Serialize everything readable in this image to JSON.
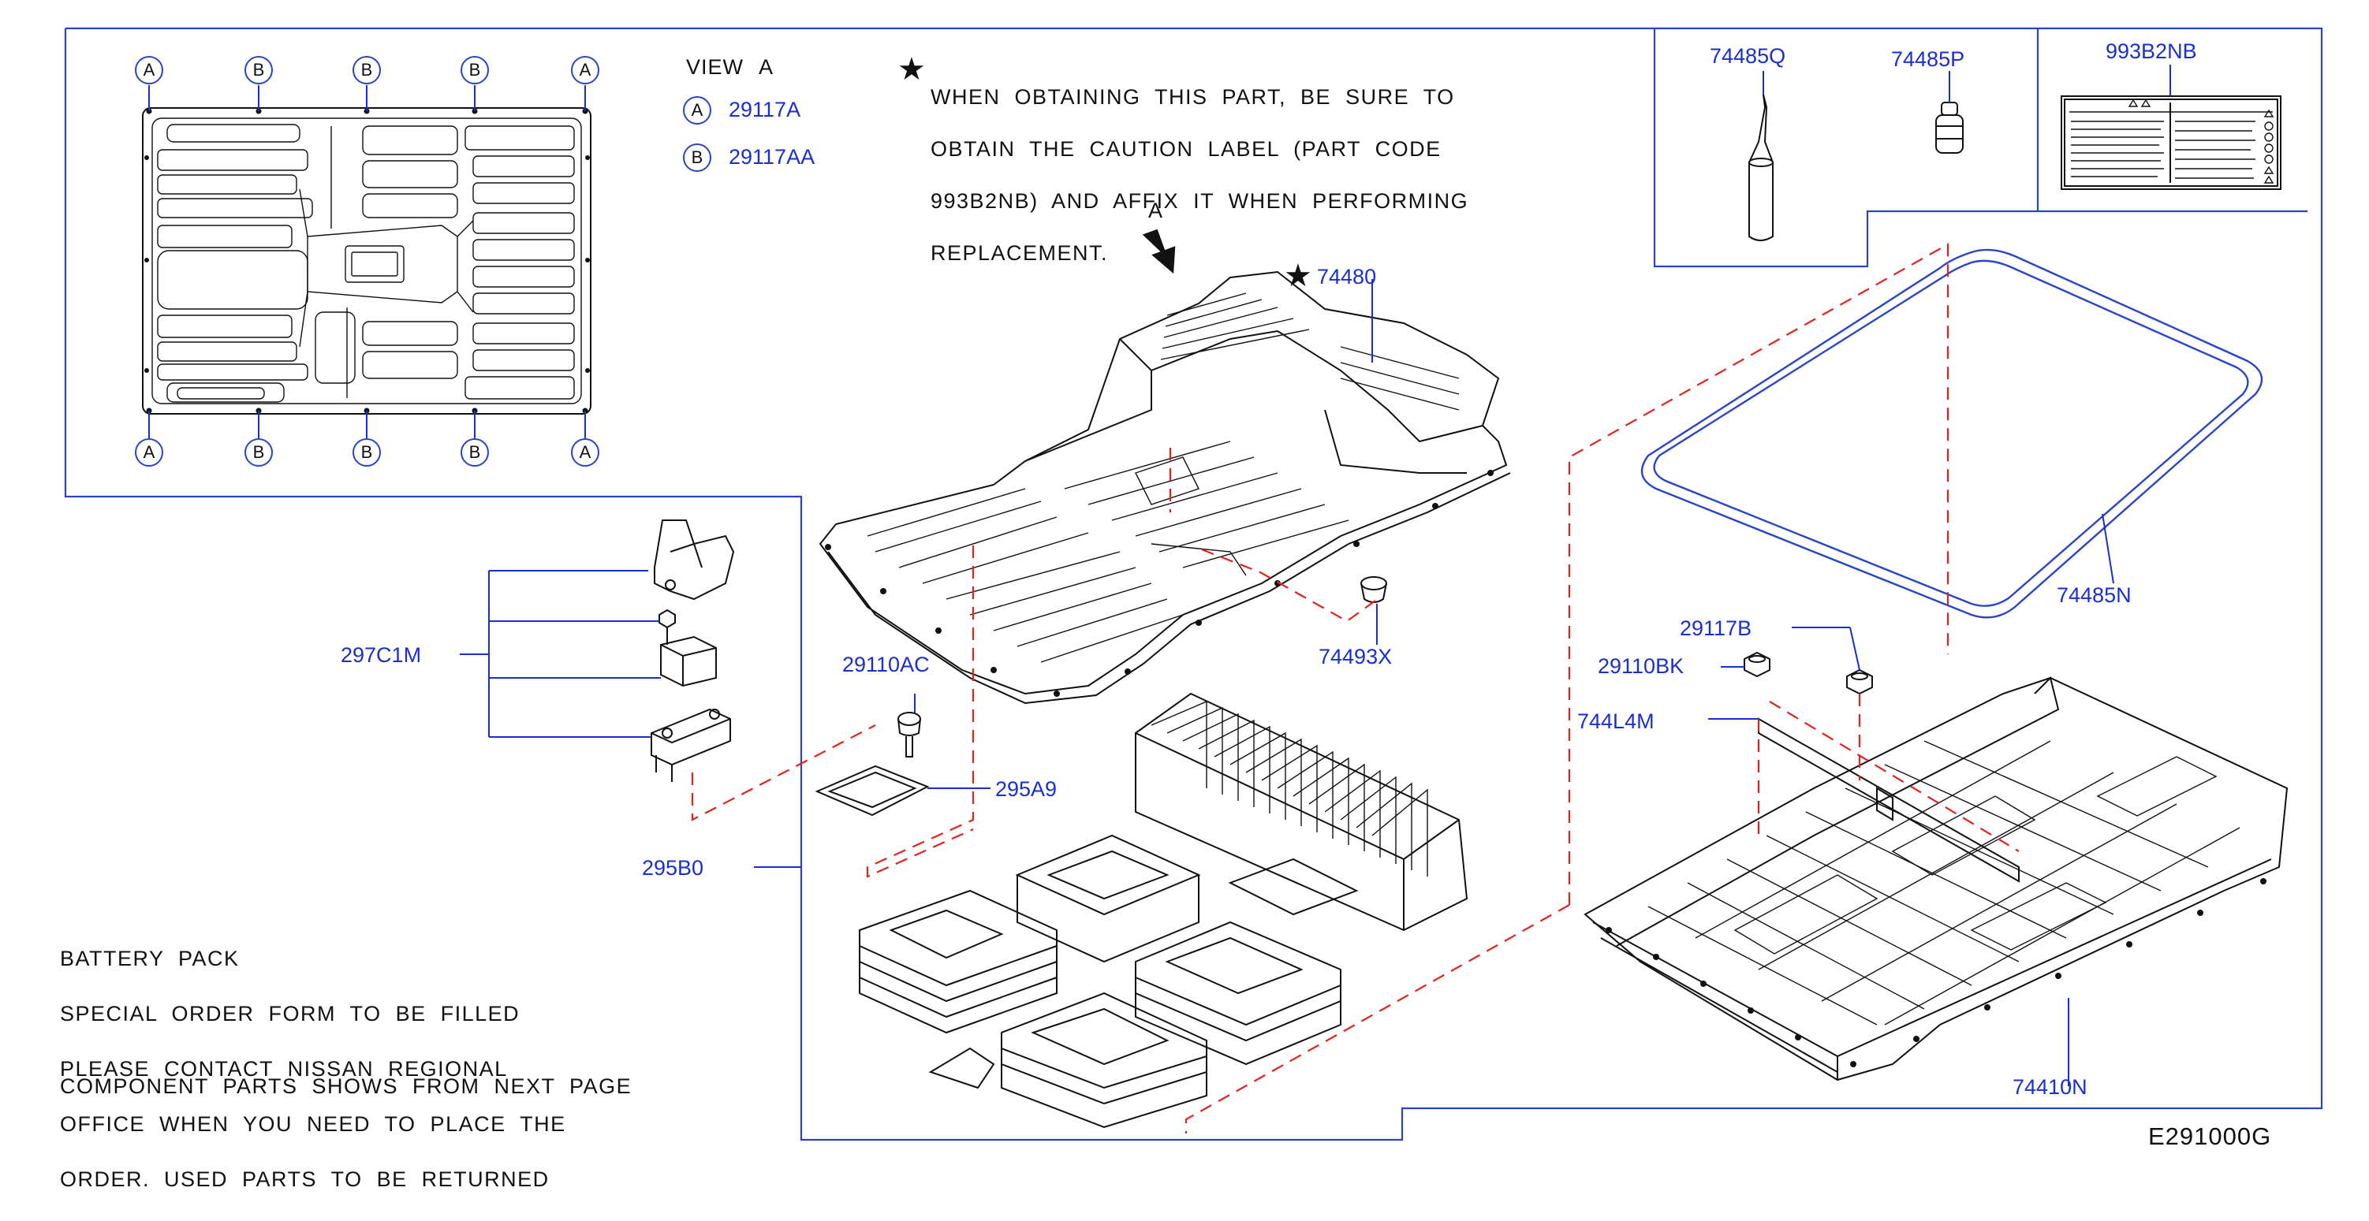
{
  "view": {
    "title": "VIEW A",
    "marker_a": "A",
    "marker_b": "B",
    "legend": [
      {
        "marker": "A",
        "part": "29117A"
      },
      {
        "marker": "B",
        "part": "29117AA"
      }
    ],
    "top_markers": [
      "A",
      "B",
      "B",
      "B",
      "A"
    ],
    "bottom_markers": [
      "A",
      "B",
      "B",
      "B",
      "A"
    ]
  },
  "caution": {
    "lines": [
      "WHEN  OBTAINING  THIS  PART,  BE  SURE  TO",
      "OBTAIN  THE  CAUTION  LABEL  (PART  CODE",
      "993B2NB)  AND  AFFIX  IT  WHEN  PERFORMING",
      "REPLACEMENT."
    ],
    "star_symbol": "★"
  },
  "arrow_label": "A",
  "parts": {
    "p74485Q": "74485Q",
    "p74485P": "74485P",
    "p993B2NB": "993B2NB",
    "p74480": "74480",
    "p74493X": "74493X",
    "p74485N": "74485N",
    "p29117B": "29117B",
    "p29110BK": "29110BK",
    "p744L4M": "744L4M",
    "p297C1M": "297C1M",
    "p29110AC": "29110AC",
    "p295A9": "295A9",
    "p295B0": "295B0",
    "p74410N": "74410N"
  },
  "notes": {
    "pack_lines": [
      "BATTERY  PACK",
      "SPECIAL  ORDER  FORM  TO  BE  FILLED",
      "PLEASE  CONTACT  NISSAN  REGIONAL",
      "OFFICE  WHEN  YOU  NEED  TO  PLACE  THE",
      "ORDER.  USED  PARTS  TO  BE  RETURNED"
    ],
    "component_line": "COMPONENT  PARTS  SHOWS  FROM  NEXT  PAGE"
  },
  "figure_code": "E291000G",
  "colors": {
    "frame": "#2a44c8",
    "label": "#1a2fd0",
    "leader_red": "#e0241c",
    "drawing": "#111111"
  }
}
